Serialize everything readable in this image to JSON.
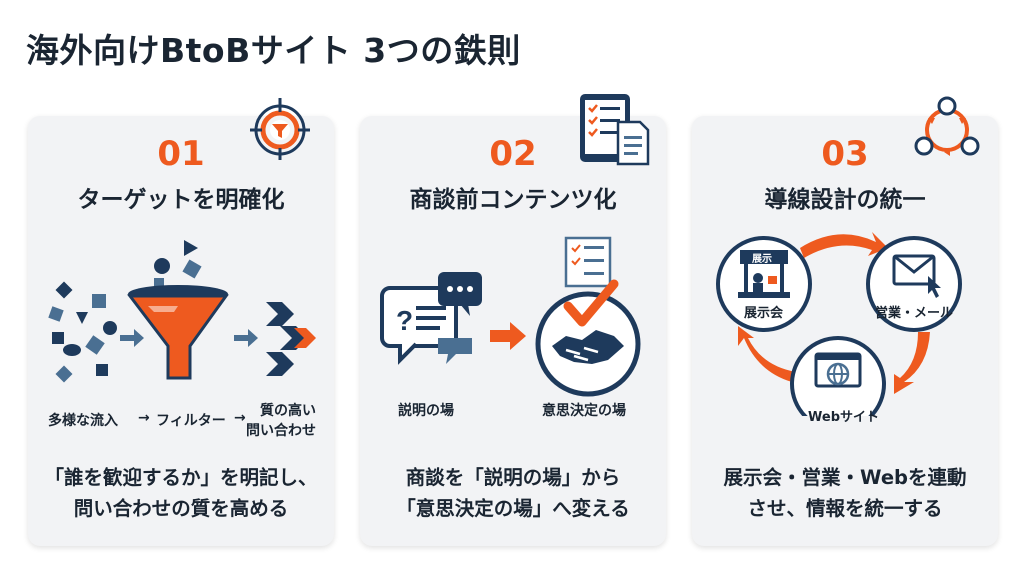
{
  "title": "海外向けBtoBサイト 3つの鉄則",
  "cards": [
    {
      "number": "01",
      "heading": "ターゲットを明確化",
      "icon": "target-funnel-icon",
      "flow_labels": [
        "多様な流入",
        "→",
        "フィルター",
        "→",
        "質の高い",
        "問い合わせ"
      ],
      "description": [
        "「誰を歓迎するか」を明記し、",
        "問い合わせの質を高める"
      ]
    },
    {
      "number": "02",
      "heading": "商談前コンテンツ化",
      "icon": "tablet-checklist-icon",
      "labels": [
        "説明の場",
        "意思決定の場"
      ],
      "description": [
        "商談を「説明の場」から",
        "「意思決定の場」へ変える"
      ]
    },
    {
      "number": "03",
      "heading": "導線設計の統一",
      "icon": "cycle-network-icon",
      "cycle_labels": {
        "exhibit_sign": "展示",
        "exhibition": "展示会",
        "sales": "営業・メール",
        "web": "Webサイト"
      },
      "description": [
        "展示会・営業・Webを連動",
        "させ、情報を統一する"
      ]
    }
  ],
  "colors": {
    "accent": "#ee5a1f",
    "navy": "#1e3a5c",
    "steel": "#4a6f92",
    "card_bg": "#f2f3f5"
  }
}
